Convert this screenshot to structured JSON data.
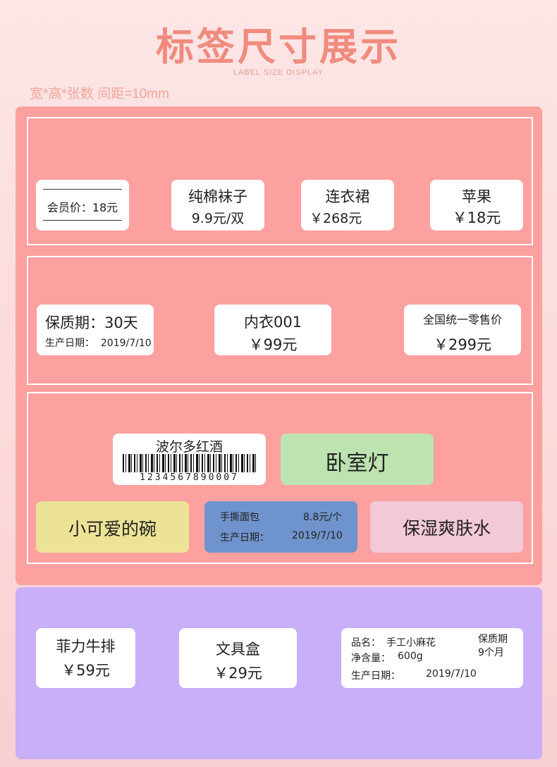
{
  "header": {
    "title": "标签尺寸展示",
    "subtitle": "LABEL SIZE DISPLAY",
    "spec": "宽*高*张数  间距=10mm"
  },
  "colors": {
    "pink_panel": "#fda0a0",
    "purple_panel": "#c9aef8",
    "green_label": "#bde3b0",
    "yellow_label": "#ede396",
    "blue_label": "#6f93cc",
    "light_pink_label": "#f2c9d6"
  },
  "row1": {
    "member": "会员价：18元",
    "socks_name": "纯棉袜子",
    "socks_price": "9.9元/双",
    "dress_name": "连衣裙",
    "dress_price": "￥268元",
    "apple_name": "苹果",
    "apple_price": "￥18元"
  },
  "row2": {
    "shelf_life": "保质期：30天",
    "production_date": "生产日期：  2019/7/10",
    "underwear_name": "内衣001",
    "underwear_price": "￥99元",
    "retail_name": "全国统一零售价",
    "retail_price": "￥299元"
  },
  "row3": {
    "wine_name": "波尔多红酒",
    "barcode_number": "1234567890007",
    "lamp": "卧室灯",
    "bowl": "小可爱的碗",
    "bread_name": "手撕面包",
    "bread_price": "8.8元/个",
    "bread_date_label": "生产日期：",
    "bread_date": "2019/7/10",
    "toner": "保湿爽肤水"
  },
  "row4": {
    "steak_name": "菲力牛排",
    "steak_price": "￥59元",
    "stationery_name": "文具盒",
    "stationery_price": "￥29元",
    "product_name_label": "品名：",
    "product_name": "手工小麻花",
    "net_label": "净含量：",
    "net_value": "600g",
    "date_label": "生产日期：",
    "date_value": "2019/7/10",
    "shelf_title": "保质期",
    "shelf_value": "9个月"
  }
}
